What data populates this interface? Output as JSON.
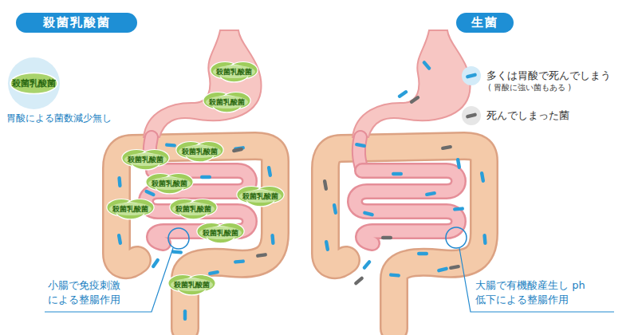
{
  "diagram": {
    "nodes": [
      {
        "text": [
          "殺菌乳酸菌"
        ]
      },
      {
        "text": [
          "生菌"
        ]
      },
      {
        "text": [
          "殺菌乳酸菌"
        ]
      },
      {
        "text": [
          "殺菌乳酸菌"
        ]
      },
      {
        "text": [
          "殺菌乳酸菌"
        ]
      },
      {
        "text": [
          "殺菌乳酸菌"
        ]
      },
      {
        "text": [
          "殺菌乳酸菌"
        ]
      },
      {
        "text": [
          "殺菌乳酸菌"
        ]
      },
      {
        "text": [
          "殺菌乳酸菌"
        ]
      },
      {
        "text": [
          "殺菌乳酸菌"
        ]
      },
      {
        "text": [
          "殺菌乳酸菌"
        ]
      },
      {
        "text": [
          "殺菌乳酸菌"
        ]
      },
      {
        "text": [
          "殺菌乳酸菌"
        ]
      }
    ],
    "labels": [
      "胃酸による菌数減少無し",
      "( 胃酸に強い菌もある )",
      "小腸で免疫刺激 による整腸作用",
      "大腸で有機酸産生し ph 低下による整腸作用"
    ],
    "legend": [
      {
        "text": "多くは胃酸で死んでしまう"
      },
      {
        "text": "死んでしまった菌"
      }
    ]
  }
}
